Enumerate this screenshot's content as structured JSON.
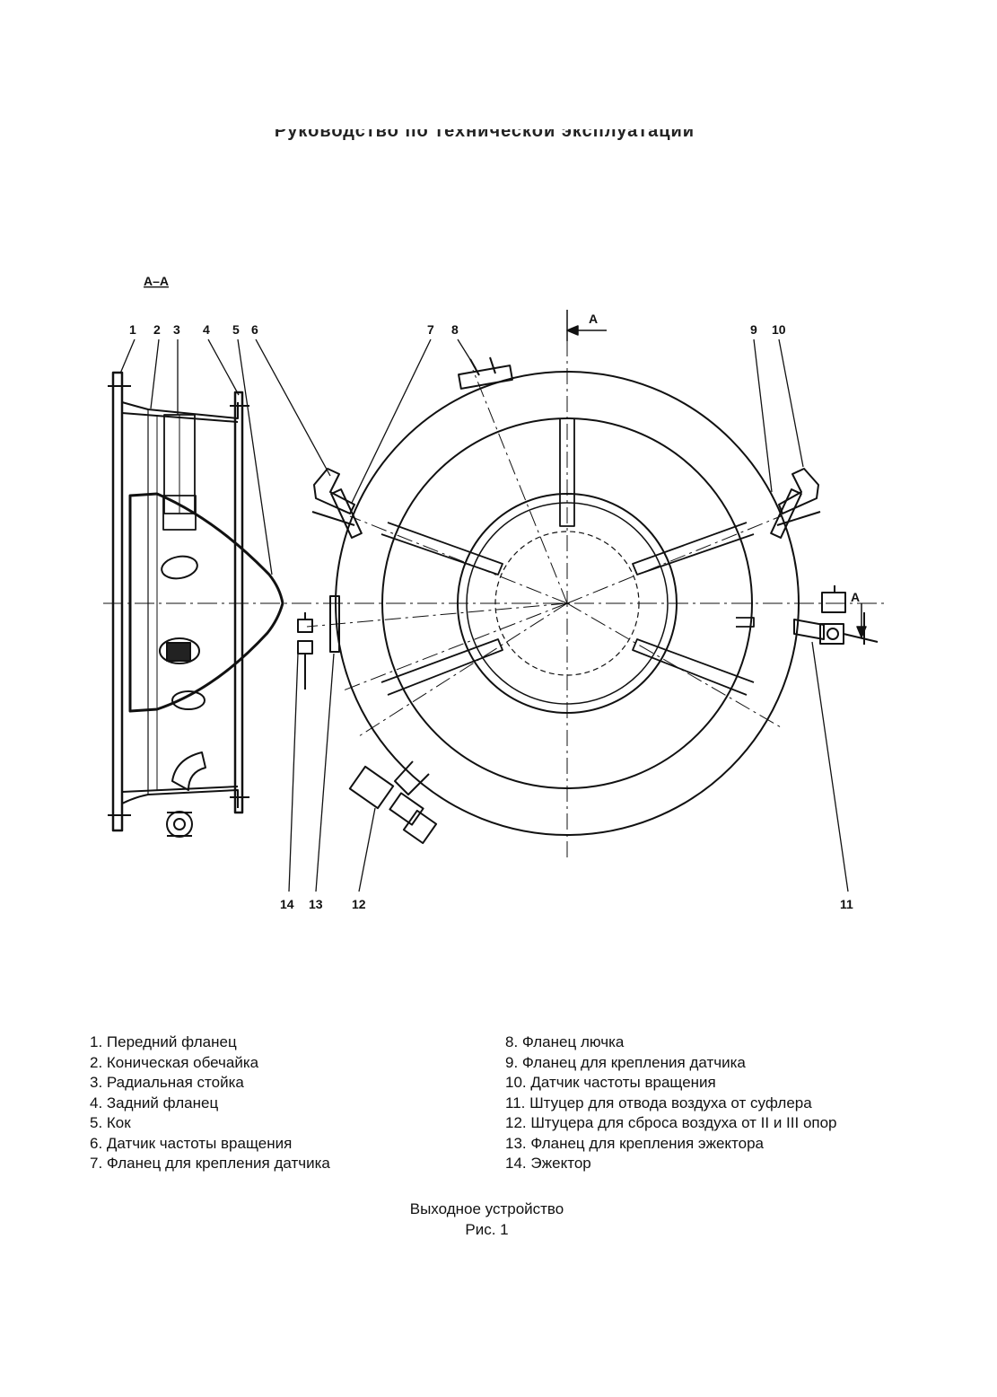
{
  "header": {
    "title": "Руководство по технической эксплуатации"
  },
  "figure": {
    "section_label": "А–А",
    "view_marker": "А",
    "callouts": [
      "1",
      "2",
      "3",
      "4",
      "5",
      "6",
      "7",
      "8",
      "9",
      "10",
      "11",
      "12",
      "13",
      "14"
    ]
  },
  "legend": {
    "left": [
      "1. Передний фланец",
      "2. Коническая обечайка",
      "3. Радиальная стойка",
      "4. Задний фланец",
      "5. Кок",
      "6. Датчик частоты вращения",
      "7. Фланец для крепления датчика"
    ],
    "right": [
      "8. Фланец лючка",
      "9. Фланец для крепления датчика",
      "10. Датчик частоты вращения",
      "11. Штуцер для отвода воздуха от суфлера",
      "12. Штуцера для сброса воздуха от II и III опор",
      "13. Фланец для крепления эжектора",
      "14. Эжектор"
    ]
  },
  "caption": {
    "title": "Выходное устройство",
    "figure": "Рис. 1"
  }
}
